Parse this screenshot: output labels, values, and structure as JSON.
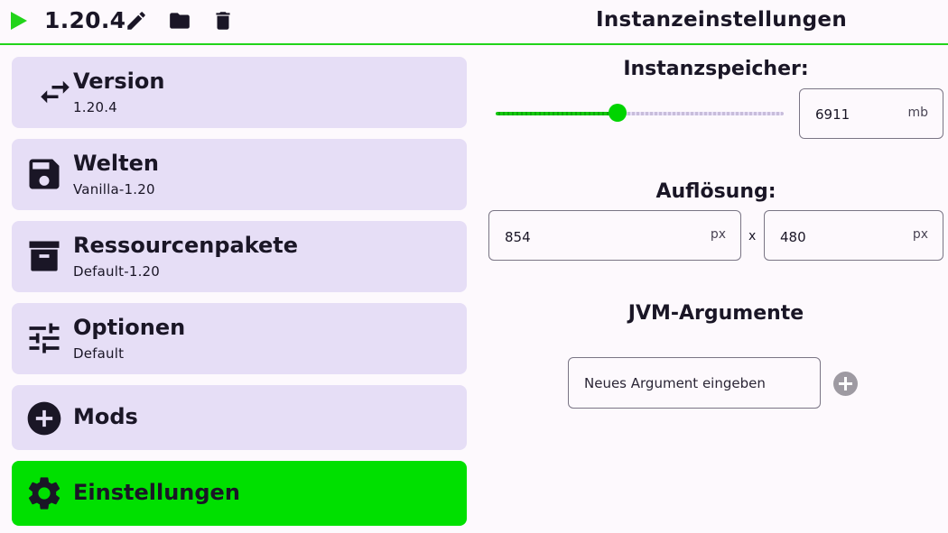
{
  "header": {
    "version": "1.20.4",
    "title": "Instanzeinstellungen",
    "icons": [
      "play-icon",
      "pencil-icon",
      "folder-icon",
      "trash-icon"
    ],
    "accent": "#22d41a"
  },
  "sidebar": {
    "items": [
      {
        "title": "Version",
        "subtitle": "1.20.4",
        "icon": "swap-arrows-icon"
      },
      {
        "title": "Welten",
        "subtitle": "Vanilla-1.20",
        "icon": "floppy-disk-icon"
      },
      {
        "title": "Ressourcenpakete",
        "subtitle": "Default-1.20",
        "icon": "archive-icon"
      },
      {
        "title": "Optionen",
        "subtitle": "Default",
        "icon": "sliders-icon"
      },
      {
        "title": "Mods",
        "subtitle": "",
        "icon": "plus-circle-icon"
      },
      {
        "title": "Einstellungen",
        "subtitle": "",
        "icon": "gear-icon",
        "active": true
      }
    ],
    "card_color": "#e6def6",
    "active_color": "#00e000"
  },
  "memory": {
    "label": "Instanzspeicher:",
    "value": "6911",
    "unit": "mb",
    "slider_fraction": 0.425
  },
  "resolution": {
    "label": "Auflösung:",
    "width": "854",
    "height": "480",
    "unit": "px",
    "separator": "x"
  },
  "jvm": {
    "label": "JVM-Argumente",
    "placeholder": "Neues Argument eingeben"
  }
}
